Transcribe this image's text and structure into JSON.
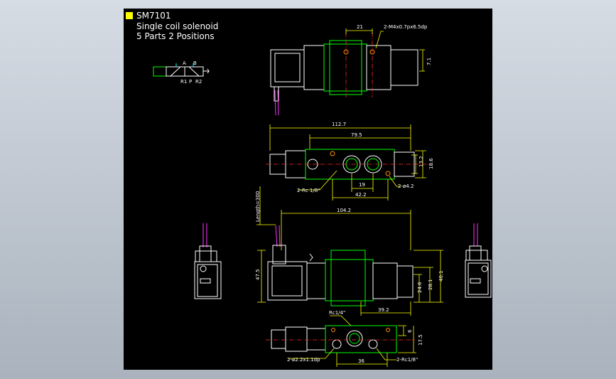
{
  "title": {
    "model": "SM7101",
    "line1": "Single coil solenoid",
    "line2": "5 Parts 2 Positions",
    "marker_color": "#ffff00"
  },
  "symbol": {
    "port_a": "A",
    "port_b": "B",
    "port_r1": "R1",
    "port_p": "P",
    "port_r2": "R2"
  },
  "top_view": {
    "dim_21": "21",
    "note_thread": "2-M4x0.7px6.5dp",
    "dim_7_1": "7.1"
  },
  "plan_view": {
    "dim_112_7": "112.7",
    "dim_79_5": "79.5",
    "dim_18_6": "18.6",
    "dim_13_2": "13.2",
    "dim_19": "19",
    "dim_42_2": "42.2",
    "note_rc18": "2-Rc 1/8\"",
    "note_hole": "2-ø4.2"
  },
  "front_view": {
    "dim_length": "Length=300",
    "dim_104_2": "104.2",
    "dim_47_5": "47.5",
    "dim_24_6": "24.6",
    "dim_28_1": "28.1",
    "dim_40_1": "40.1",
    "dim_39_2": "39.2"
  },
  "bottom_view": {
    "note_rc14": "Rc1/4\"",
    "dim_6": "6",
    "dim_17_5": "17.5",
    "note_hole2": "2-ø2.2x1.1dp",
    "dim_36": "36",
    "note_rc18b": "2-Rc1/8\""
  },
  "colors": {
    "dimension": "#ffff00",
    "outline": "#ffffff",
    "body": "#00ff00",
    "centerline": "#ff2a2a"
  }
}
